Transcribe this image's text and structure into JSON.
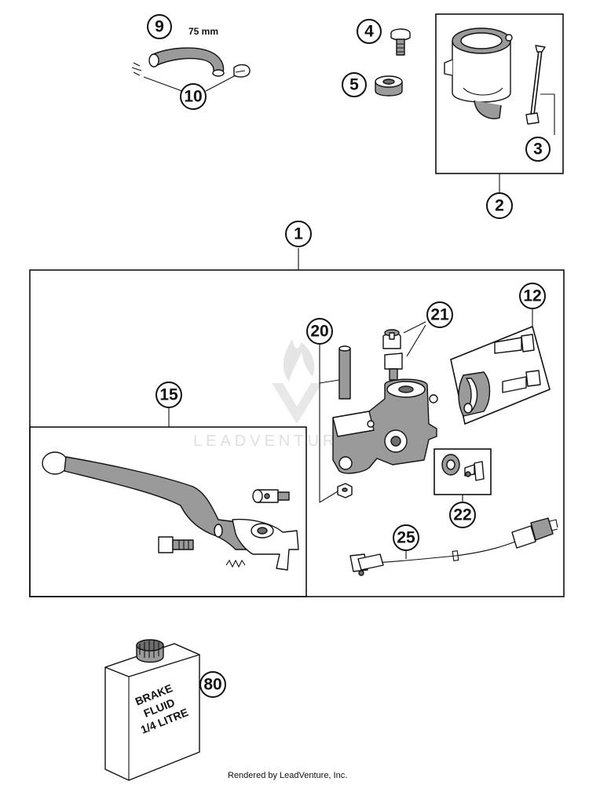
{
  "callouts": {
    "c1": "1",
    "c2": "2",
    "c3": "3",
    "c4": "4",
    "c5": "5",
    "c9": "9",
    "c10": "10",
    "c12": "12",
    "c15": "15",
    "c20": "20",
    "c21": "21",
    "c22": "22",
    "c25": "25",
    "c80": "80"
  },
  "dimension": "75 mm",
  "bottle_label": [
    "BRAKE",
    "FLUID",
    "1/4 LITRE"
  ],
  "watermark": "LEADVENTURE",
  "footer": "Rendered by LeadVenture, Inc."
}
